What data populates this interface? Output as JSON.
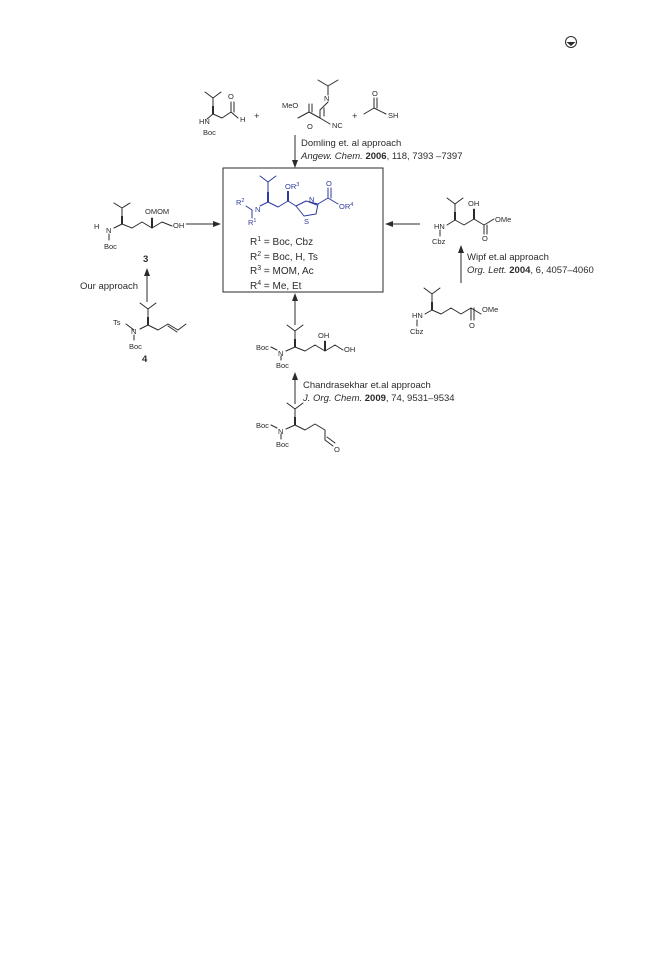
{
  "page": {
    "logo_icon": "publisher-logo-icon"
  },
  "routes": {
    "domling": {
      "line1": "Domling et. al approach",
      "journal": "Angew. Chem.",
      "year": "2006",
      "rest": ", 118, 7393 –7397"
    },
    "wipf": {
      "line1": "Wipf et.al approach",
      "journal": "Org. Lett.",
      "year": "2004",
      "rest": ", 6, 4057–4060"
    },
    "chandrasekhar": {
      "line1": "Chandrasekhar et.al approach",
      "journal": "J. Org. Chem.",
      "year": "2009",
      "rest": ", 74, 9531–9534"
    },
    "ours": {
      "line1": "Our approach"
    }
  },
  "target_box": {
    "r_defs": [
      {
        "r": "R",
        "sup": "1",
        "text": " = Boc, Cbz"
      },
      {
        "r": "R",
        "sup": "2",
        "text": " = Boc, H, Ts"
      },
      {
        "r": "R",
        "sup": "3",
        "text": " = MOM, Ac"
      },
      {
        "r": "R",
        "sup": "4",
        "text": " = Me, Et"
      }
    ],
    "atoms": {
      "r2": "R",
      "r2_sup": "2",
      "n": "N",
      "r1": "R",
      "r1_sup": "1",
      "or3": "OR",
      "or3_sup": "3",
      "ring_n": "N",
      "ring_s": "S",
      "o": "O",
      "or4": "OR",
      "or4_sup": "4"
    }
  },
  "compounds": {
    "c3": {
      "number": "3",
      "h": "H",
      "n": "N",
      "boc": "Boc",
      "omom": "OMOM",
      "oh": "OH"
    },
    "c4": {
      "number": "4",
      "ts": "Ts",
      "n": "N",
      "boc": "Boc"
    },
    "aldehyde_sm": {
      "hn": "HN",
      "boc": "Boc",
      "o": "O",
      "h": "H"
    },
    "isocyanide": {
      "n": "N",
      "meo": "MeO",
      "o": "O",
      "nc": "NC"
    },
    "thioacid": {
      "o": "O",
      "sh": "SH"
    },
    "plus": "+",
    "wipf_hydroxy": {
      "hn": "HN",
      "cbz": "Cbz",
      "oh": "OH",
      "o": "O",
      "ome": "OMe"
    },
    "wipf_ester": {
      "hn": "HN",
      "cbz": "Cbz",
      "o": "O",
      "ome": "OMe"
    },
    "chandra_diol": {
      "boc1": "Boc",
      "n": "N",
      "boc2": "Boc",
      "oh1": "OH",
      "oh2": "OH"
    },
    "chandra_aldehyde": {
      "boc1": "Boc",
      "n": "N",
      "boc2": "Boc",
      "o": "O"
    }
  }
}
